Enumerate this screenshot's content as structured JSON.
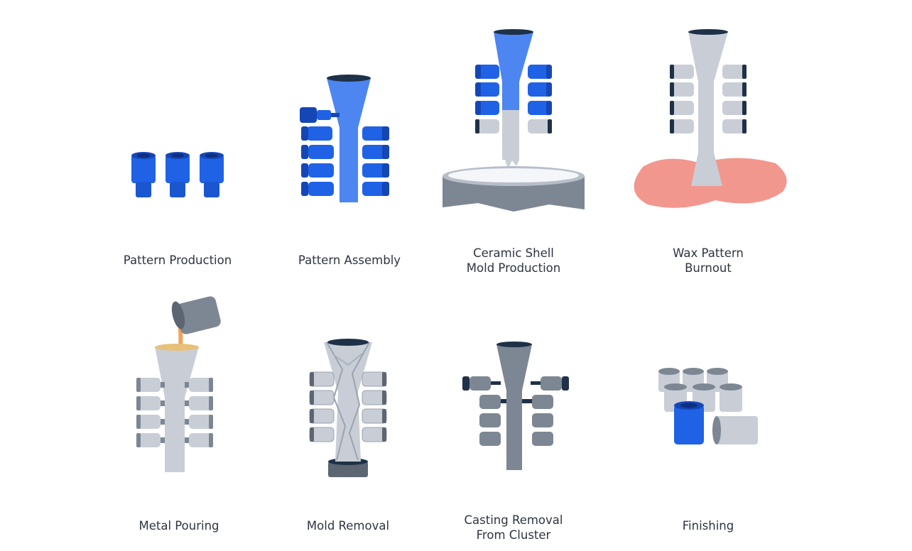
{
  "colors": {
    "blue": "#1f62e6",
    "blue_dark": "#1546b6",
    "blue_light": "#4d86f0",
    "shell_grey": "#c9ced6",
    "metal_grey": "#7d8793",
    "dark_navy": "#1f3147",
    "fire": "#f0857a",
    "molten": "#f2a35a",
    "caption_text": "#2e3440"
  },
  "steps": [
    {
      "id": "pattern-production",
      "label": "Pattern Production",
      "icon": "wax-patterns-icon"
    },
    {
      "id": "pattern-assembly",
      "label": "Pattern Assembly",
      "icon": "wax-tree-icon"
    },
    {
      "id": "ceramic-shell",
      "label": "Ceramic Shell\nMold Production",
      "icon": "slurry-dip-icon"
    },
    {
      "id": "wax-burnout",
      "label": "Wax Pattern\nBurnout",
      "icon": "burnout-icon"
    },
    {
      "id": "metal-pouring",
      "label": "Metal Pouring",
      "icon": "ladle-pour-icon"
    },
    {
      "id": "mold-removal",
      "label": "Mold Removal",
      "icon": "shell-breakout-icon"
    },
    {
      "id": "casting-removal",
      "label": "Casting Removal\nFrom Cluster",
      "icon": "cutoff-icon"
    },
    {
      "id": "finishing",
      "label": "Finishing",
      "icon": "finished-parts-icon"
    }
  ]
}
